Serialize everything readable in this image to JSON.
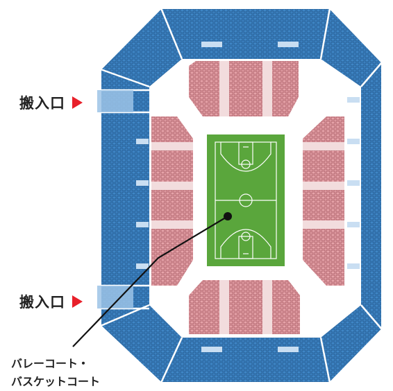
{
  "entrances": [
    {
      "label": "搬入口",
      "arrow": "triangle-right-icon"
    },
    {
      "label": "搬入口",
      "arrow": "triangle-right-icon"
    }
  ],
  "court_caption": {
    "line1": "バレーコート・",
    "line2": "バスケットコート"
  },
  "colors": {
    "outer_ring": "#3f86c6",
    "outer_ring_dark": "#2a6aa8",
    "lower_seats": "#e29aa0",
    "lower_seats_dark": "#b86c74",
    "arena_floor": "#ffffff",
    "court": "#5aa63c",
    "court_lines": "#ffffff",
    "entrance_arrow": "#e8202a",
    "leader_line": "#111111"
  }
}
